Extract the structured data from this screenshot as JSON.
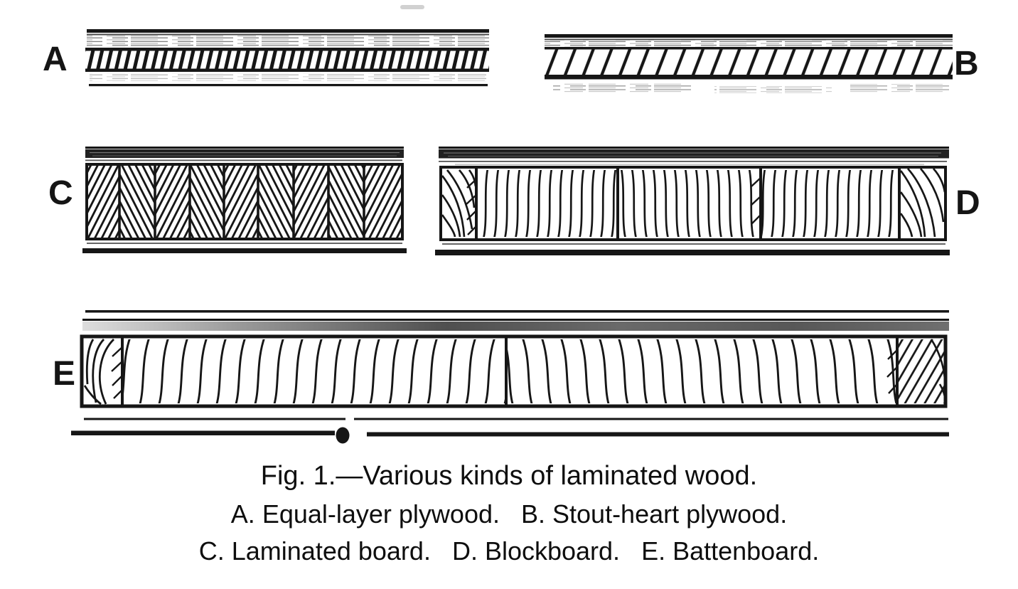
{
  "figure": {
    "labels": {
      "a": "A",
      "b": "B",
      "c": "C",
      "d": "D",
      "e": "E"
    },
    "caption": {
      "line1": "Fig. 1.—Various kinds of laminated wood.",
      "line2": "A. Equal-layer plywood.   B. Stout-heart plywood.",
      "line3": "C. Laminated board.   D. Blockboard.   E. Battenboard."
    },
    "panels": [
      {
        "label": "A",
        "name": "Equal-layer plywood"
      },
      {
        "label": "B",
        "name": "Stout-heart plywood"
      },
      {
        "label": "C",
        "name": "Laminated board"
      },
      {
        "label": "D",
        "name": "Blockboard"
      },
      {
        "label": "E",
        "name": "Battenboard"
      }
    ],
    "ink_color": "#161616",
    "paper_color": "#ffffff"
  }
}
